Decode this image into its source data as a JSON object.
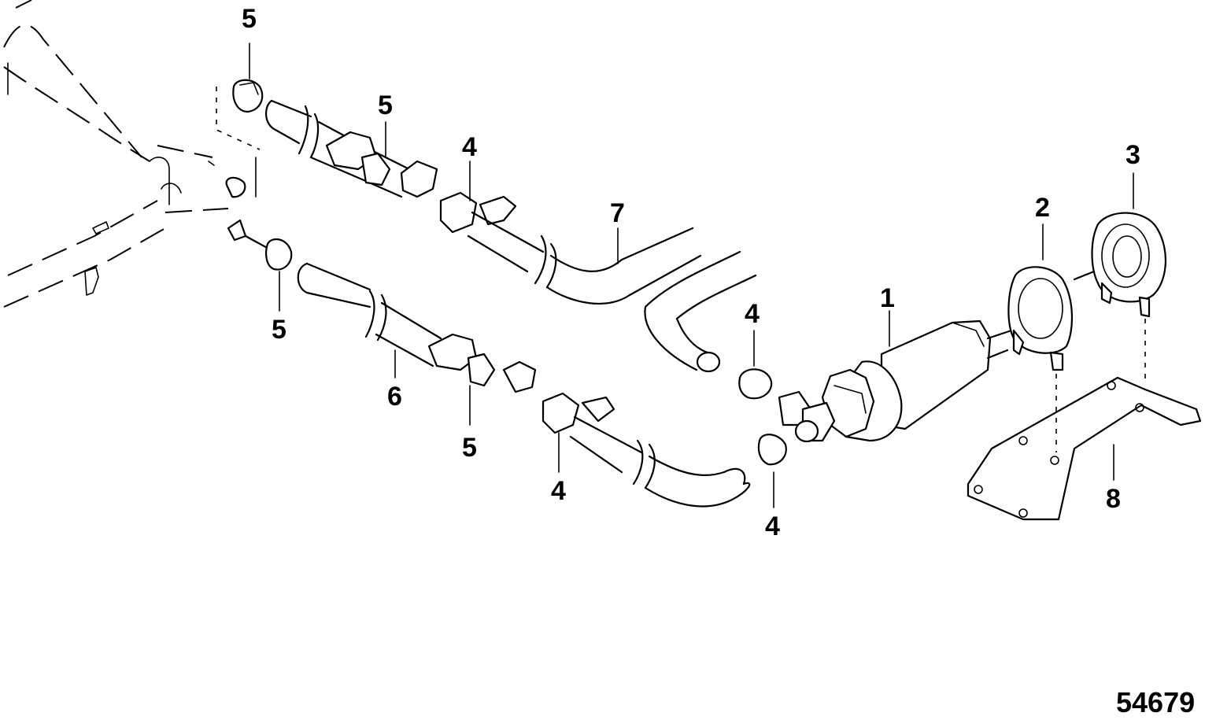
{
  "figure_number": "54679",
  "callouts": [
    {
      "id": "c1",
      "label": "1"
    },
    {
      "id": "c2",
      "label": "2"
    },
    {
      "id": "c3",
      "label": "3"
    },
    {
      "id": "c4a",
      "label": "4"
    },
    {
      "id": "c4b",
      "label": "4"
    },
    {
      "id": "c4c",
      "label": "4"
    },
    {
      "id": "c4d",
      "label": "4"
    },
    {
      "id": "c5a",
      "label": "5"
    },
    {
      "id": "c5b",
      "label": "5"
    },
    {
      "id": "c5c",
      "label": "5"
    },
    {
      "id": "c5d",
      "label": "5"
    },
    {
      "id": "c6",
      "label": "6"
    },
    {
      "id": "c7",
      "label": "7"
    },
    {
      "id": "c8",
      "label": "8"
    }
  ]
}
